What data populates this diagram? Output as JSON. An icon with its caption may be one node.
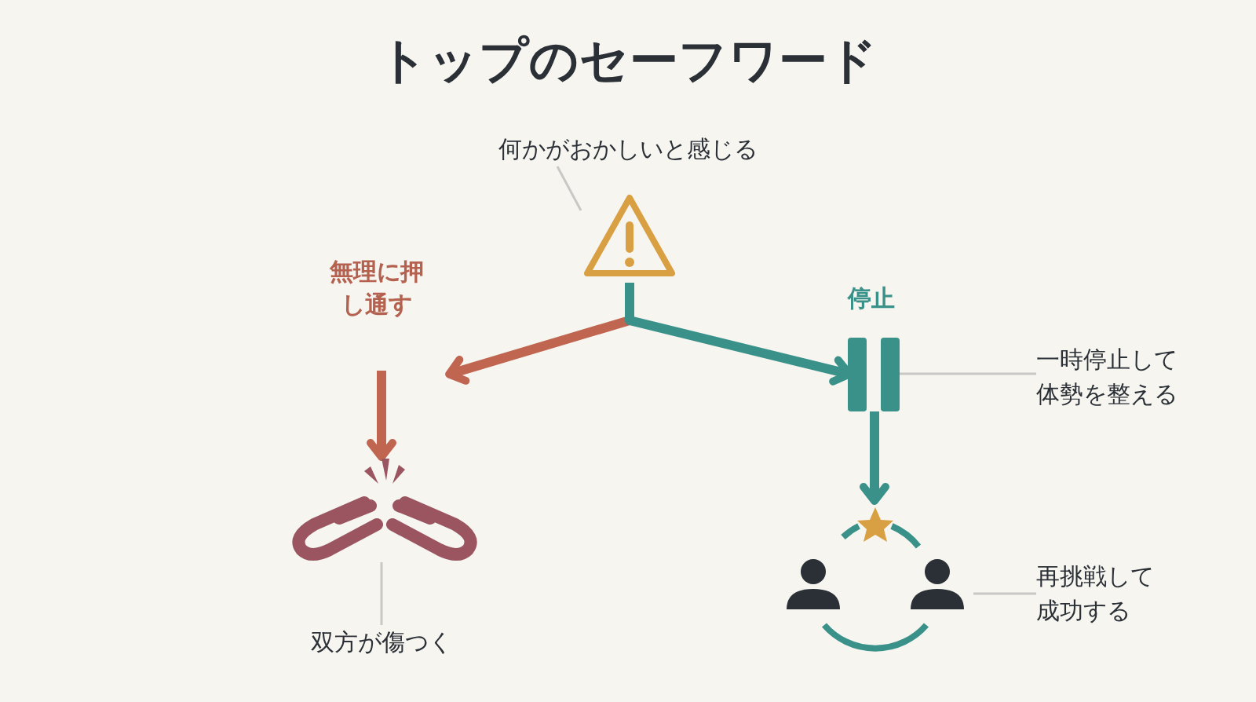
{
  "diagram": {
    "title": "トップのセーフワード",
    "nodes": [
      {
        "text": [
          "何かがおかしいと感じる"
        ]
      },
      {
        "text": [],
        "shape": "triangle"
      },
      {
        "text": [],
        "shape": "bar"
      },
      {
        "text": [
          "一時停止して体勢を整える"
        ]
      },
      {
        "text": [],
        "shape": "chain"
      },
      {
        "text": [
          "双方が傷つく"
        ]
      },
      {
        "text": [],
        "shape": "person"
      },
      {
        "text": [
          "再挑戦して成功する"
        ]
      }
    ],
    "edges": [
      {
        "from": 0,
        "to": 1,
        "arrow": "none",
        "color": "#c8c8c4"
      },
      {
        "from": 1,
        "to": null,
        "arrow": "to",
        "style": "thick",
        "color": "#c0654f"
      },
      {
        "from": 1,
        "to": 2,
        "arrow": "to",
        "style": "thick",
        "color": "#3a9189"
      },
      {
        "from": 3,
        "to": 2,
        "arrow": "none",
        "color": "#c8c8c4"
      },
      {
        "from": null,
        "to": 4,
        "arrow": "to",
        "style": "thick",
        "color": "#c0654f"
      },
      {
        "from": 2,
        "to": 6,
        "arrow": "to",
        "style": "thick",
        "color": "#3a9189"
      },
      {
        "from": 5,
        "to": 4,
        "arrow": "none",
        "color": "#c8c8c4"
      },
      {
        "from": 7,
        "to": 6,
        "arrow": "none",
        "color": "#c8c8c4"
      }
    ],
    "labels": [
      "無理に押し通す",
      "停止"
    ]
  }
}
